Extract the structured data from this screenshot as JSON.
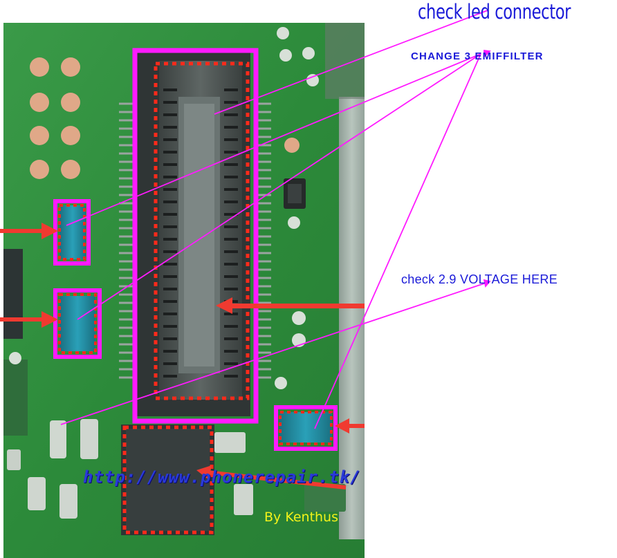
{
  "annotations": {
    "check_led": "check led connector",
    "change_filter": "CHANGE 3 EMIFFILTER",
    "check_voltage": "check 2.9 VOLTAGE HERE",
    "website": "http://www.phonerepair.tk/",
    "author": "By Kenthus"
  },
  "colors": {
    "board_green": "#2e8a3a",
    "highlight_magenta": "#ff1aff",
    "dotted_red": "#ff2a1a",
    "arrow_red": "#f03a30",
    "text_blue": "#1a1ad8",
    "author_yellow": "#f2f21a",
    "component_teal": "#1a8aa0"
  }
}
